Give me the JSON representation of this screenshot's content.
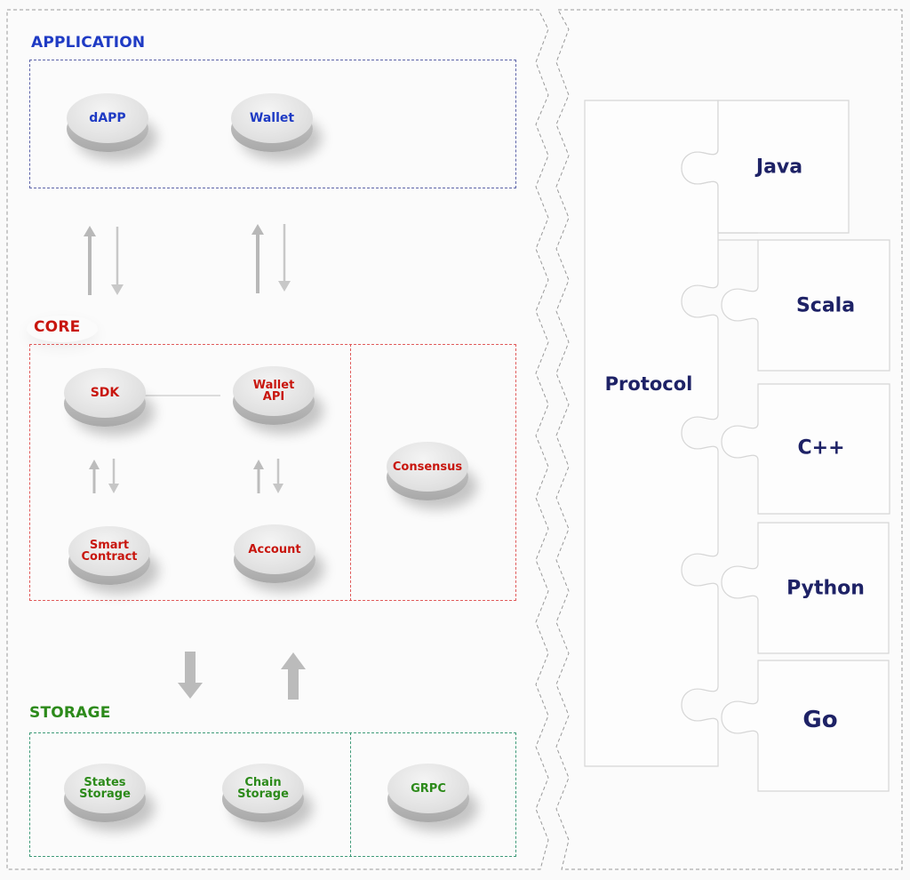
{
  "colors": {
    "application": "#1f3bc4",
    "core": "#c8160e",
    "storage": "#2c8a1a",
    "language": "#1e2266",
    "arrow": "#bdbdbd"
  },
  "application": {
    "title": "APPLICATION",
    "nodes": [
      {
        "label": "dAPP"
      },
      {
        "label": "Wallet"
      }
    ]
  },
  "core": {
    "title": "CORE",
    "nodes": [
      {
        "label": "SDK"
      },
      {
        "label": "Wallet\nAPI"
      },
      {
        "label": "Smart\nContract"
      },
      {
        "label": "Account"
      },
      {
        "label": "Consensus"
      }
    ]
  },
  "storage": {
    "title": "STORAGE",
    "nodes": [
      {
        "label": "States\nStorage"
      },
      {
        "label": "Chain\nStorage"
      },
      {
        "label": "GRPC"
      }
    ]
  },
  "puzzle": {
    "protocol": "Protocol",
    "languages": [
      "Java",
      "Scala",
      "C++",
      "Python",
      "Go"
    ]
  },
  "connections": [
    {
      "from": "dAPP",
      "to": "SDK",
      "type": "bidirectional"
    },
    {
      "from": "Wallet",
      "to": "Wallet API",
      "type": "bidirectional"
    },
    {
      "from": "SDK",
      "to": "Wallet API",
      "type": "line"
    },
    {
      "from": "SDK",
      "to": "Smart Contract",
      "type": "bidirectional"
    },
    {
      "from": "Wallet API",
      "to": "Account",
      "type": "bidirectional"
    },
    {
      "from": "CORE",
      "to": "STORAGE",
      "type": "bidirectional"
    }
  ]
}
